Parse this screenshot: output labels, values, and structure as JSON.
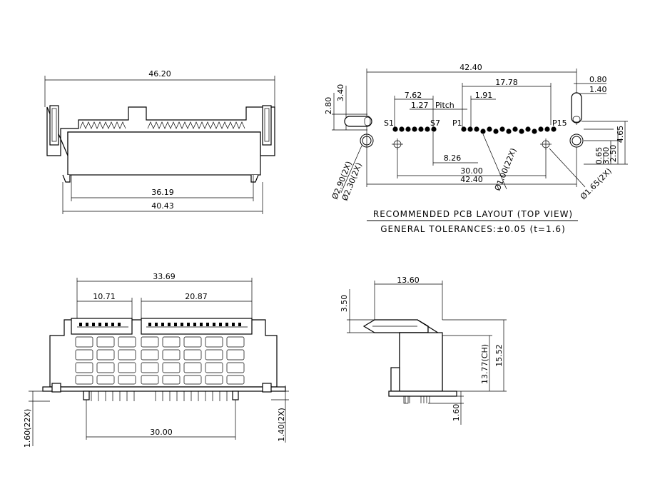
{
  "front_view": {
    "overall_width": "46.20",
    "body_width": "36.19",
    "pin_span": "40.43",
    "top_left_height": "2.80",
    "top_left_height_2": "3.40"
  },
  "pcb_layout": {
    "overall_top": "42.40",
    "pitch_span": "17.78",
    "offset_left": "7.62",
    "pitch": "1.27",
    "pitch_label": "Pitch",
    "offset_mid": "1.91",
    "slot_width": "0.80",
    "slot_length": "1.40",
    "label_s1": "S1",
    "label_s7": "S7",
    "label_p1": "P1",
    "label_p15": "P15",
    "offset_826": "8.26",
    "center_span": "30.00",
    "overall_bottom": "42.40",
    "hole_large": "Ø2.90(2X)",
    "hole_small": "Ø2.30(2X)",
    "hole_pin": "Ø1.00(22X)",
    "hole_peg": "Ø1.65(2X)",
    "right_465": "4.65",
    "right_250": "2.50",
    "right_300": "3.00",
    "right_065": "0.65",
    "title": "RECOMMENDED PCB LAYOUT (TOP VIEW)",
    "tolerance": "GENERAL TOLERANCES:±0.05 (t=1.6)"
  },
  "bottom_view": {
    "total": "33.69",
    "left_port": "10.71",
    "right_port": "20.87",
    "peg_span": "30.00",
    "pin_length": "1.60(22X)",
    "peg_length": "1.40(2X)"
  },
  "side_view": {
    "depth": "13.60",
    "top_offset": "3.50",
    "height_ch": "13.77(CH)",
    "height": "15.52",
    "pin_length": "1.60"
  }
}
